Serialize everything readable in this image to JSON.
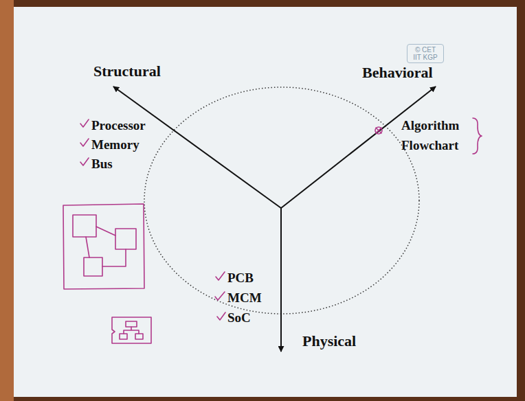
{
  "diagram": {
    "labels": [
      "Structural",
      "Behavioral",
      "© CET IIT KGP",
      "Processor",
      "Memory",
      "Bus",
      "Algorithm",
      "Flowchart",
      "PCB",
      "MCM",
      "SoC",
      "Physical"
    ]
  }
}
